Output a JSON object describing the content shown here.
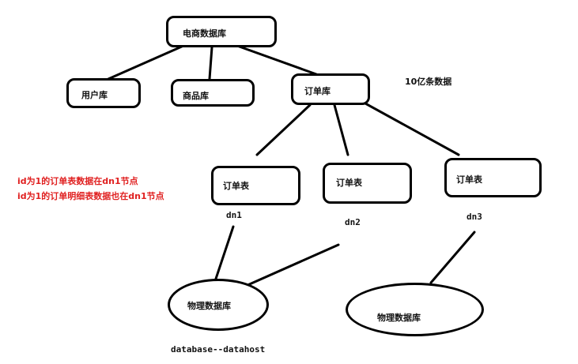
{
  "nodes": {
    "root": "电商数据库",
    "user_db": "用户库",
    "product_db": "商品库",
    "order_db": "订单库",
    "order_table_1": "订单表",
    "order_table_2": "订单表",
    "order_table_3": "订单表",
    "physical_db_1": "物理数据库",
    "physical_db_2": "物理数据库"
  },
  "labels": {
    "billion_rows": "10亿条数据",
    "dn1": "dn1",
    "dn2": "dn2",
    "dn3": "dn3",
    "database_datahost": "database--datahost"
  },
  "notes": [
    "id为1的订单表数据在dn1节点",
    "id为1的订单明细表数据也在dn1节点"
  ],
  "colors": {
    "note_text": "#e02020",
    "stroke": "#000000"
  }
}
